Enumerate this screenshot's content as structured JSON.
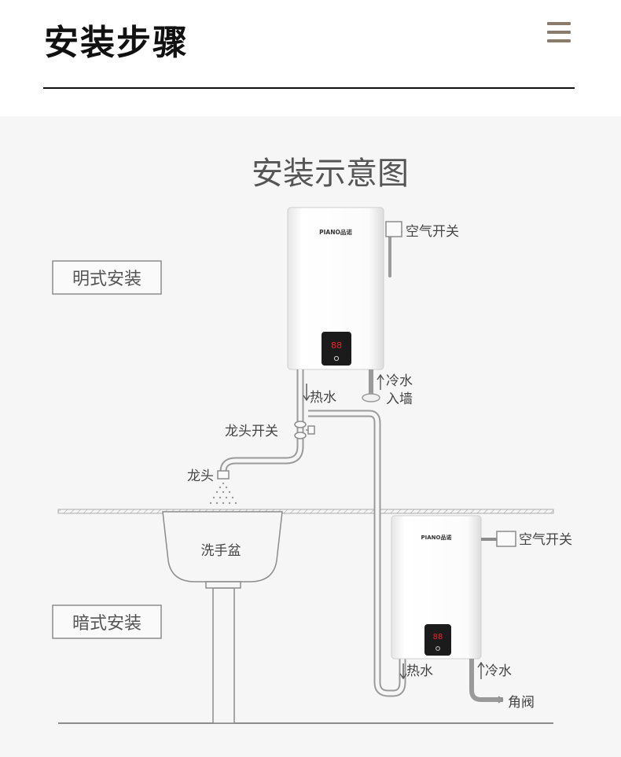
{
  "header": {
    "title": "安装步骤",
    "menu_icon": "hamburger-menu-icon",
    "accent_color": "#8a7b6b"
  },
  "diagram": {
    "title": "安装示意图",
    "background_color": "#f6f6f6",
    "line_color": "#8c8c8c",
    "exposed_label": "明式安装",
    "concealed_label": "暗式安装",
    "heater_brand": "PIANO品诺",
    "display_digits": "88",
    "display_color": "#e8222a",
    "labels": {
      "air_switch_top": "空气开关",
      "cold_water_top": "冷水",
      "into_wall": "入墙",
      "hot_water_top": "热水",
      "faucet_switch": "龙头开关",
      "faucet": "龙头",
      "wash_basin": "洗手盆",
      "air_switch_bottom": "空气开关",
      "hot_water_bottom": "热水",
      "cold_water_bottom": "冷水",
      "angle_valve": "角阀"
    }
  }
}
